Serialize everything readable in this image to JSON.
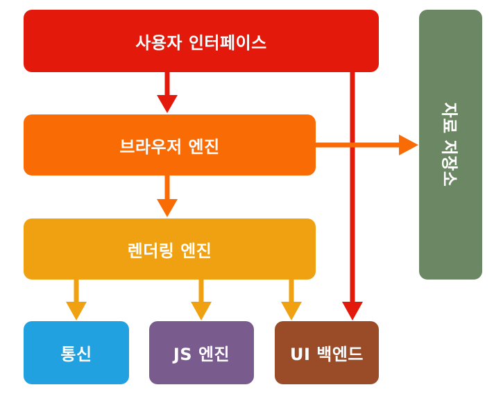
{
  "diagram": {
    "nodes": {
      "user_interface": {
        "label": "사용자 인터페이스",
        "color": "#e31a0b"
      },
      "browser_engine": {
        "label": "브라우저 엔진",
        "color": "#f96b05"
      },
      "rendering_engine": {
        "label": "렌더링 엔진",
        "color": "#f0a112"
      },
      "networking": {
        "label": "통신",
        "color": "#21a1e0"
      },
      "js_engine": {
        "label": "JS 엔진",
        "color": "#7a5b8e"
      },
      "ui_backend": {
        "label": "UI 백엔드",
        "color": "#9a4c28"
      },
      "data_storage": {
        "label": "자료 저장소",
        "color": "#6b8763"
      }
    },
    "edges": [
      {
        "from": "user_interface",
        "to": "browser_engine",
        "color": "#e31a0b"
      },
      {
        "from": "user_interface",
        "to": "ui_backend",
        "color": "#e31a0b"
      },
      {
        "from": "browser_engine",
        "to": "rendering_engine",
        "color": "#f96b05"
      },
      {
        "from": "browser_engine",
        "to": "data_storage",
        "color": "#f96b05"
      },
      {
        "from": "rendering_engine",
        "to": "networking",
        "color": "#f0a112"
      },
      {
        "from": "rendering_engine",
        "to": "js_engine",
        "color": "#f0a112"
      },
      {
        "from": "rendering_engine",
        "to": "ui_backend",
        "color": "#f0a112"
      }
    ]
  }
}
